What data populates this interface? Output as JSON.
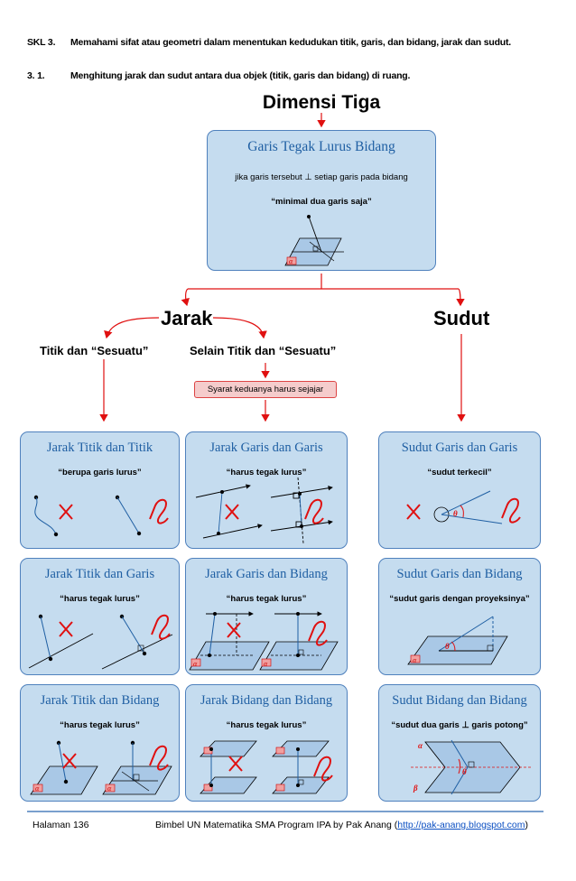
{
  "header": {
    "skl_number": "SKL 3.",
    "skl_text": "Memahami sifat atau geometri dalam menentukan kedudukan titik, garis, dan bidang, jarak dan sudut.",
    "sub_number": "3. 1.",
    "sub_text": "Menghitung jarak dan sudut antara dua objek (titik, garis dan bidang) di ruang."
  },
  "main_title": "Dimensi Tiga",
  "top_box": {
    "title": "Garis Tegak Lurus Bidang",
    "line1": "jika garis tersebut  ⊥ setiap garis pada bidang",
    "line2": "“minimal dua garis saja”",
    "plane_label": "α"
  },
  "branches": {
    "jarak": "Jarak",
    "sudut": "Sudut",
    "titik_sesuatu": "Titik dan “Sesuatu”",
    "selain": "Selain Titik dan “Sesuatu”",
    "syarat": "Syarat keduanya harus sejajar"
  },
  "boxes": [
    {
      "title": "Jarak Titik dan Titik",
      "subtitle": "“berupa garis lurus”"
    },
    {
      "title": "Jarak Garis dan Garis",
      "subtitle": "“harus tegak lurus”"
    },
    {
      "title": "Sudut Garis dan Garis",
      "subtitle": "“sudut terkecil”"
    },
    {
      "title": "Jarak Titik dan Garis",
      "subtitle": "“harus tegak lurus”"
    },
    {
      "title": "Jarak Garis dan Bidang",
      "subtitle": "“harus tegak lurus”"
    },
    {
      "title": "Sudut Garis dan Bidang",
      "subtitle": "“sudut garis dengan proyeksinya”"
    },
    {
      "title": "Jarak Titik dan Bidang",
      "subtitle": "“harus tegak lurus”"
    },
    {
      "title": "Jarak Bidang dan Bidang",
      "subtitle": "“harus tegak lurus”"
    },
    {
      "title": "Sudut Bidang dan Bidang",
      "subtitle": "“sudut dua garis ⊥ garis potong”"
    }
  ],
  "greek": {
    "alpha": "α",
    "beta": "β",
    "theta": "θ"
  },
  "footer": {
    "page": "Halaman 136",
    "text": "Bimbel UN Matematika SMA Program IPA by Pak Anang (",
    "link": "http://pak-anang.blogspot.com",
    "close": ")"
  },
  "colors": {
    "box_fill": "#c5dcef",
    "box_border": "#4f81bd",
    "title_blue": "#1f5fa3",
    "arrow_red": "#e01010",
    "plane_fill": "#a9c8e6"
  }
}
